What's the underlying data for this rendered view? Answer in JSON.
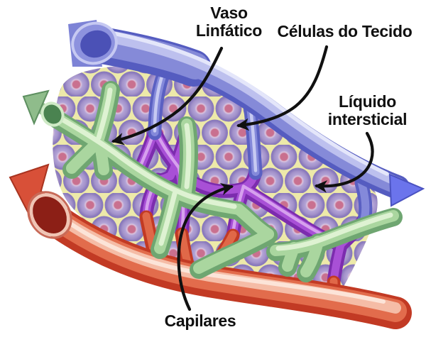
{
  "figure": {
    "type": "anatomy-diagram",
    "language": "pt",
    "labels": {
      "lymphatic_vessel": {
        "line1": "Vaso",
        "line2": "Linfático"
      },
      "tissue_cells": {
        "text": "Células do Tecido"
      },
      "interstitial_fluid": {
        "line1": "Líquido",
        "line2": "intersticial"
      },
      "capillaries": {
        "text": "Capilares"
      }
    },
    "colors": {
      "label_text": "#101010",
      "vein_blue": "#5a60c2",
      "vein_blue_highlight": "#c6c9f2",
      "blue_flow_arrow": "#6b74ec",
      "artery_red": "#c23a24",
      "artery_red_highlight": "#f5bca6",
      "capillary_purple": "#7c2cae",
      "capillary_purple_highlight": "#d6a0ee",
      "lymph_green": "#6fa671",
      "lymph_green_highlight": "#def2d2",
      "tissue_cell_body": "#ab9bd2",
      "tissue_cell_nucleus": "#c9708f",
      "interstitial_fluid_bg": "#ede9a9",
      "background": "#ffffff"
    }
  }
}
